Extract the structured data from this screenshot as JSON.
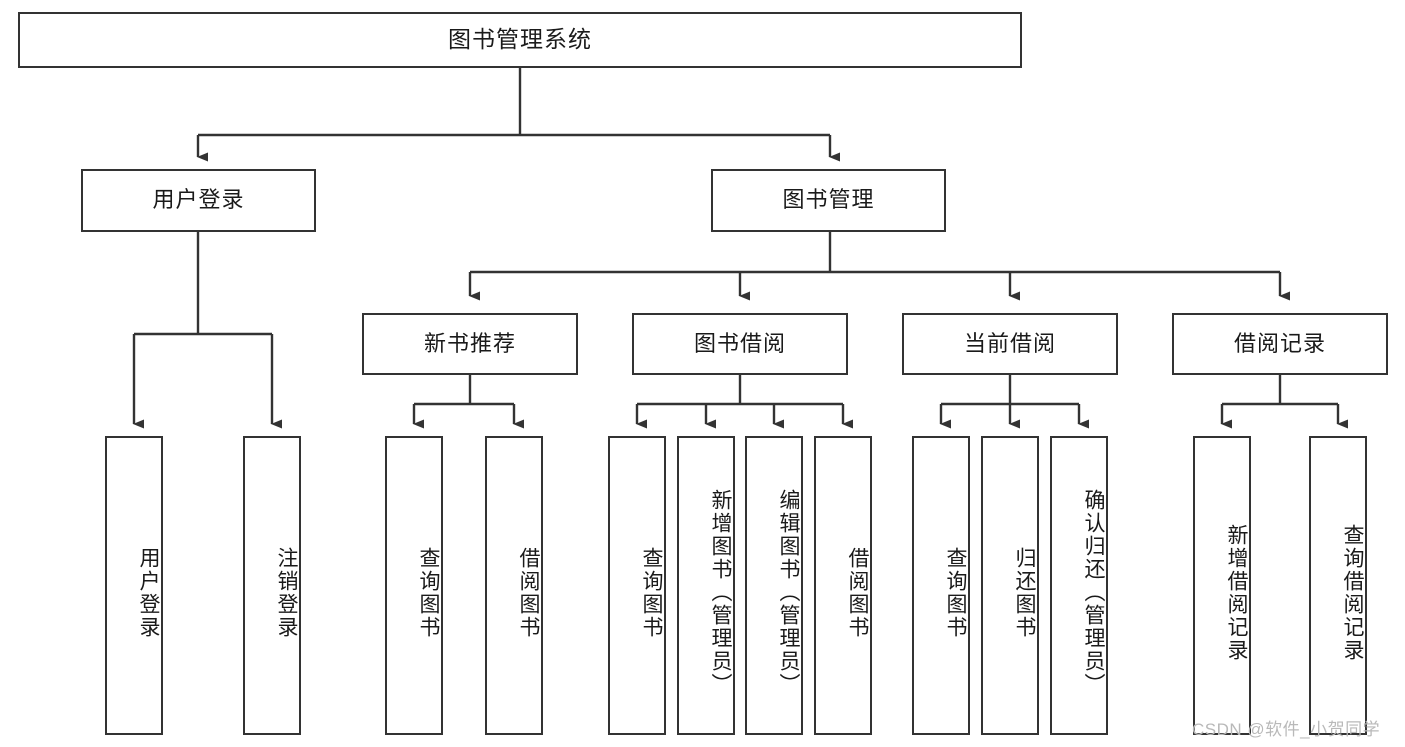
{
  "diagram": {
    "type": "tree-hierarchy-chart",
    "title": "图书管理系统",
    "background_color": "#ffffff",
    "line_color": "#333333",
    "box_border_color": "#333333",
    "box_fill_color": "#ffffff",
    "text_color": "#1a1a1a"
  },
  "root": {
    "label": "图书管理系统"
  },
  "level2": [
    {
      "label": "用户登录"
    },
    {
      "label": "图书管理"
    }
  ],
  "level3": [
    {
      "label": "新书推荐"
    },
    {
      "label": "图书借阅"
    },
    {
      "label": "当前借阅"
    },
    {
      "label": "借阅记录"
    }
  ],
  "leaves": {
    "user_login": [
      {
        "label": "用户登录"
      },
      {
        "label": "注销登录"
      }
    ],
    "new_book_recommend": [
      {
        "label": "查询图书"
      },
      {
        "label": "借阅图书"
      }
    ],
    "book_borrow": [
      {
        "label": "查询图书"
      },
      {
        "label": "新增图书（管理员）"
      },
      {
        "label": "编辑图书（管理员）"
      },
      {
        "label": "借阅图书"
      }
    ],
    "current_borrow": [
      {
        "label": "查询图书"
      },
      {
        "label": "归还图书"
      },
      {
        "label": "确认归还（管理员）"
      }
    ],
    "borrow_record": [
      {
        "label": "新增借阅记录"
      },
      {
        "label": "查询借阅记录"
      }
    ]
  },
  "watermark": {
    "text": "CSDN @软件_小贺同学"
  }
}
